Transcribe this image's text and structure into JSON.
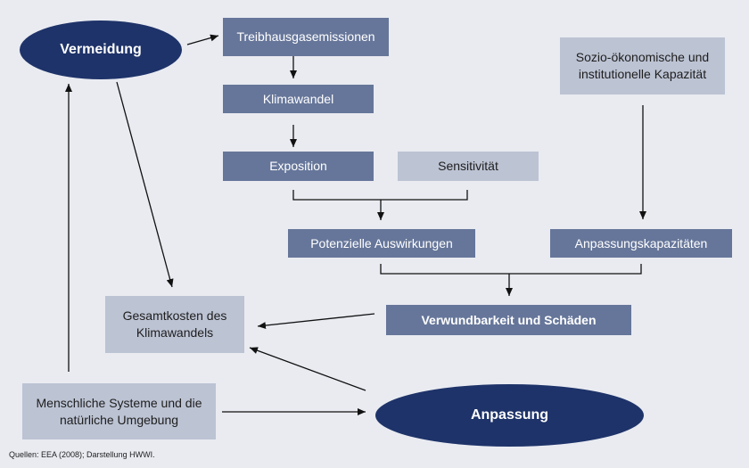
{
  "nodes": {
    "vermeidung": "Vermeidung",
    "anpassung": "Anpassung",
    "treibhaus": "Treibhausgasemissionen",
    "klimawandel": "Klimawandel",
    "exposition": "Exposition",
    "sensitivitaet": "Sensitivität",
    "sozio_line1": "Sozio-ökonomische und",
    "sozio_line2": "institutionelle Kapazität",
    "potenzielle": "Potenzielle Auswirkungen",
    "anpassungskap": "Anpassungskapazitäten",
    "verwundbarkeit": "Verwundbarkeit und Schäden",
    "gesamtkosten_line1": "Gesamtkosten des",
    "gesamtkosten_line2": "Klimawandels",
    "menschliche_line1": "Menschliche Systeme und die",
    "menschliche_line2": "natürliche Umgebung"
  },
  "source": "Quellen: EEA (2008); Darstellung HWWI.",
  "colors": {
    "background": "#e9ebf1",
    "dark_box": "#66769a",
    "light_box": "#bcc3d3",
    "ellipse": "#1e3369",
    "arrow": "#111111"
  }
}
